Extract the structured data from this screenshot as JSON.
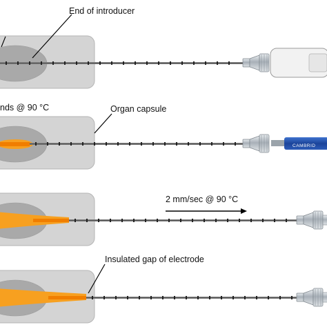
{
  "labels": {
    "end_of_introducer": "End of introducer",
    "seconds_at_temp": "nds @ 90 °C",
    "organ_capsule": "Organ capsule",
    "pullback_rate": "2 mm/sec @ 90 °C",
    "insulated_gap": "Insulated gap of electrode"
  },
  "handle_text": "CAMBRID",
  "colors": {
    "organ_fill": "#d4d4d4",
    "organ_stroke": "#b5b5b5",
    "tissue_inner": "#a9a9a9",
    "ablation_zone": "#f7a020",
    "electrode": "#f07e00",
    "needle": "#6b6b6b",
    "hub": "#bfc6cc",
    "handle_white": "#f2f2f2",
    "handle_blue": "#1f4fa8"
  },
  "panels": [
    {
      "name": "introducer-placement",
      "ablation": "none",
      "hub": "white-handle"
    },
    {
      "name": "ablation-start",
      "ablation": "small",
      "hub": "blue-handle"
    },
    {
      "name": "pullback",
      "ablation": "elongated",
      "hub": "plain"
    },
    {
      "name": "final-position",
      "ablation": "full",
      "hub": "plain"
    }
  ]
}
